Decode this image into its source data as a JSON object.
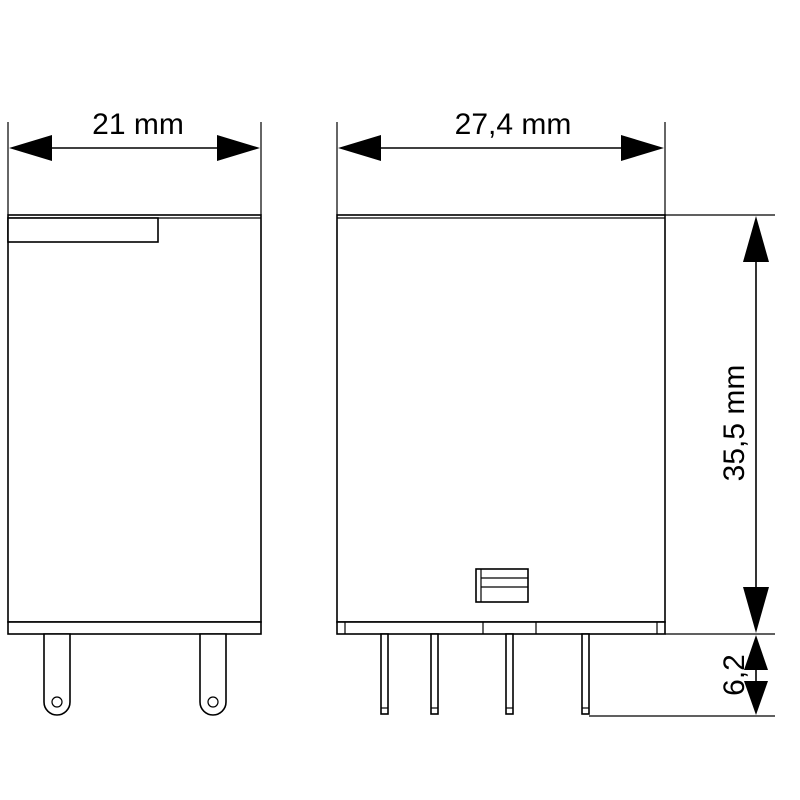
{
  "dimensions": {
    "front_width": "21 mm",
    "side_width": "27,4 mm",
    "body_height": "35,5 mm",
    "pin_length": "6,2"
  },
  "colors": {
    "line": "#000000",
    "background": "#ffffff"
  }
}
